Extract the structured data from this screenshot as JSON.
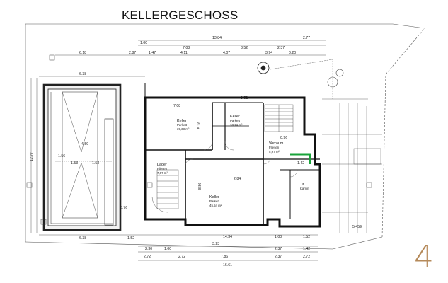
{
  "title": "KELLERGESCHOSS",
  "page_number": "4",
  "colors": {
    "accent_green": "#19a33a",
    "ink": "#222222",
    "page_number": "#b58a5a"
  },
  "rooms": {
    "keller_1": {
      "name": "Keller",
      "floor": "Parkett",
      "area": "39,33 m²"
    },
    "keller_2": {
      "name": "Keller",
      "floor": "Parkett",
      "area": "18,14 m²"
    },
    "keller_3": {
      "name": "Keller",
      "floor": "Parkett",
      "area": "45,54 m²"
    },
    "lager": {
      "name": "Lager",
      "floor": "Fliesen",
      "area": "7,67 m²"
    },
    "vorraum": {
      "name": "Vorraum",
      "floor": "Fliesen",
      "area": "5,97 m²"
    },
    "kamin": {
      "name": "TK",
      "floor": "Kamin",
      "area": ""
    }
  },
  "dimensions": {
    "top_total": "13.84",
    "top_row_1": [
      "1.00",
      "7.08",
      "3.52",
      "2.37",
      "2.77"
    ],
    "top_row_2": [
      "6.18",
      "2.87",
      "1.47",
      "4.11",
      "4.07",
      "3.94",
      "0.20"
    ],
    "left_width": "6.38",
    "left_height": "12.77",
    "bottom_row_1": [
      "6.38",
      "1.52",
      "14.34",
      "1.00",
      "1.52"
    ],
    "bottom_row_2": [
      "2.30",
      "1.00",
      "3.23",
      "2.37",
      "1.42"
    ],
    "bottom_row_3": [
      "2.72",
      "2.72",
      "7.86",
      "2.37",
      "2.72"
    ],
    "bottom_total": "16.61",
    "right_height": "5.459",
    "inner": [
      "7.08",
      "3.52",
      "5.16",
      "8.86",
      "1.53",
      "4.59",
      "1.53",
      "3.76",
      "2.84",
      "1.56",
      "0.96",
      "1.42"
    ]
  }
}
